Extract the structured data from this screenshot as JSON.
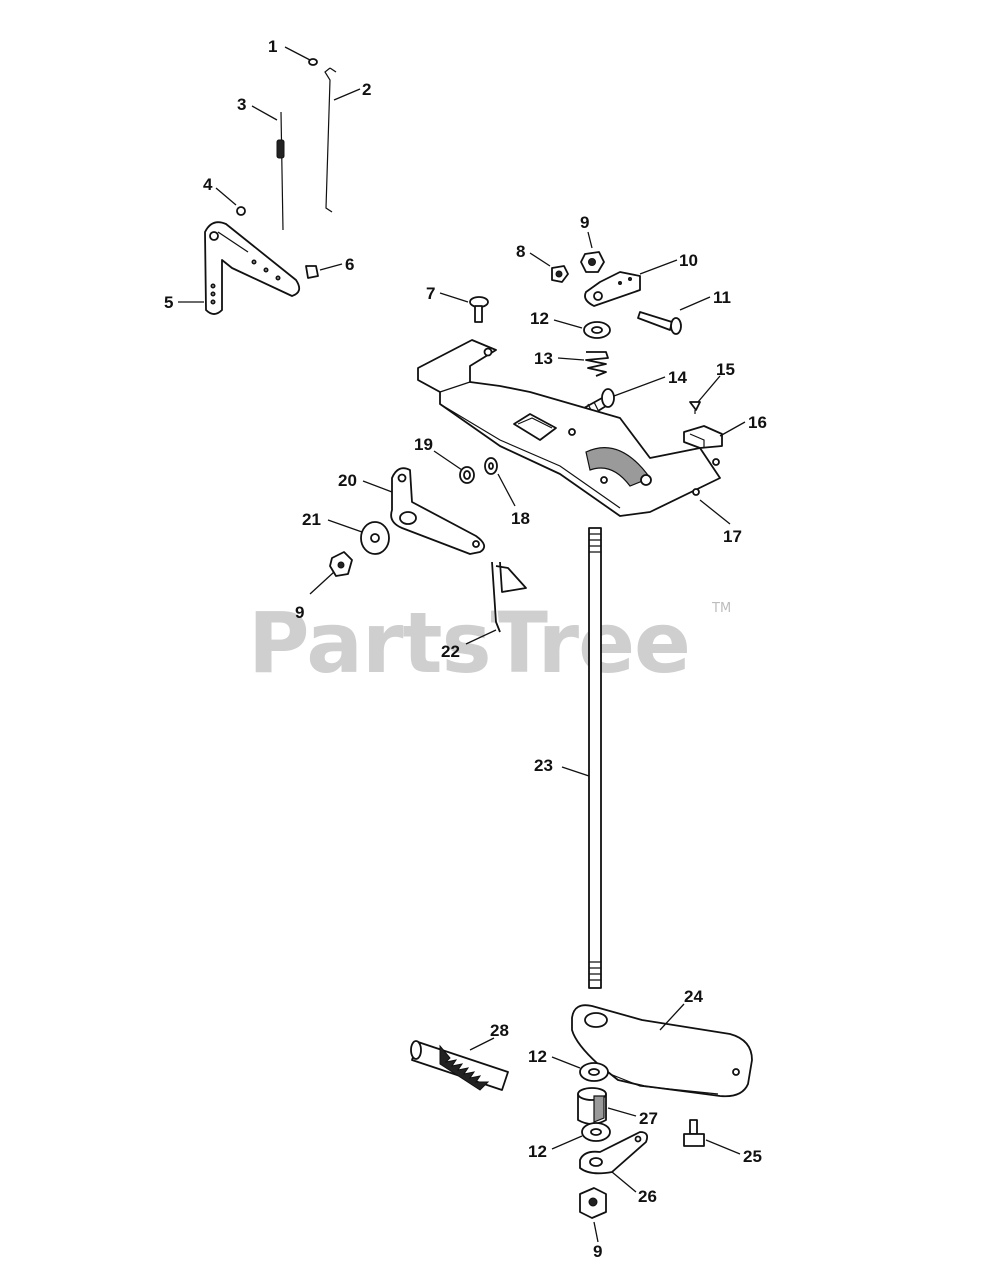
{
  "watermark": {
    "brand": "PartsTree",
    "trademark": "TM"
  },
  "callouts": [
    "1",
    "2",
    "3",
    "4",
    "5",
    "6",
    "7",
    "8",
    "9",
    "10",
    "11",
    "12",
    "13",
    "14",
    "15",
    "16",
    "17",
    "18",
    "19",
    "20",
    "21",
    "9",
    "22",
    "23",
    "24",
    "28",
    "12",
    "27",
    "12",
    "25",
    "26",
    "9"
  ],
  "colors": {
    "ink": "#111111",
    "watermark": "#cfcfcf",
    "background": "#ffffff"
  }
}
